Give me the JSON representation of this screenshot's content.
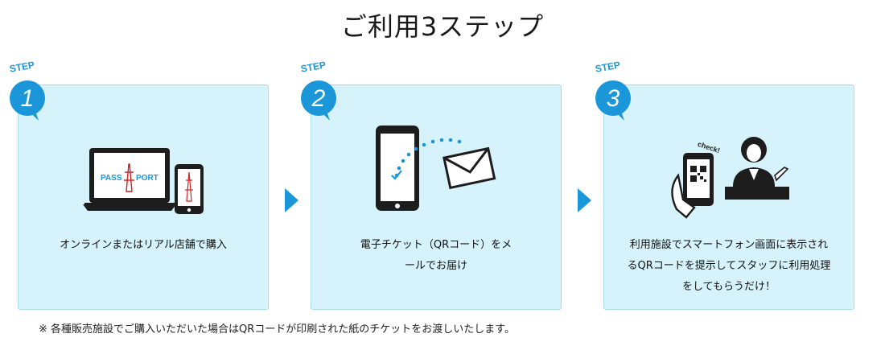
{
  "title": "ご利用3ステップ",
  "step_word": "STEP",
  "steps": [
    {
      "number": "1",
      "description": "オンラインまたはリアル店舗で購入",
      "pass_left": "PASS",
      "pass_right": "PORT"
    },
    {
      "number": "2",
      "description": "電子チケット（QRコード）をメールでお届け"
    },
    {
      "number": "3",
      "description": "利用施設でスマートフォン画面に表示されるQRコードを提示してスタッフに利用処理をしてもらうだけ！",
      "check_text": "check!"
    }
  ],
  "note": "※ 各種販売施設でご購入いただいた場合はQRコードが印刷された紙のチケットをお渡しいたします。",
  "colors": {
    "accent": "#1b97d9",
    "card_bg": "#d6f3fb",
    "card_border": "#a9dbea"
  }
}
